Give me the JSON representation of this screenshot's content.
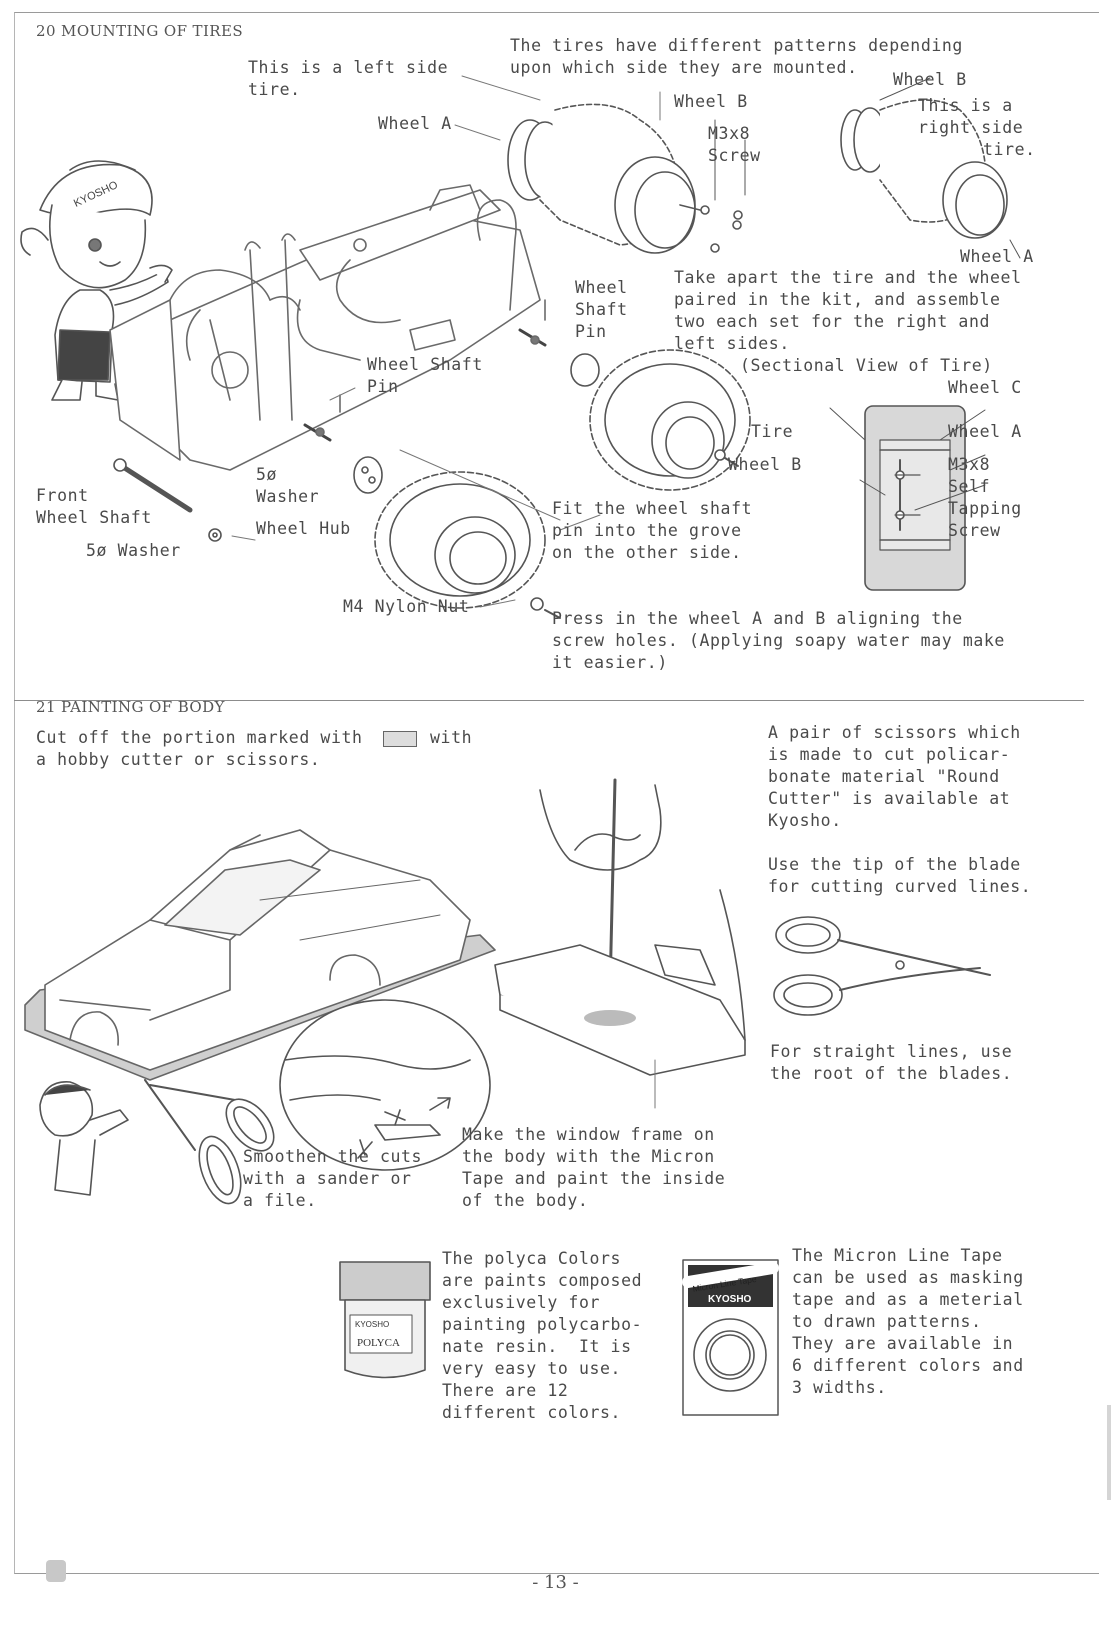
{
  "section20": {
    "title": "20 MOUNTING OF TIRES",
    "tire_patterns_note": [
      "The tires have different patterns depending",
      "upon which side they are mounted."
    ],
    "left_tire_note": [
      "This is a left side",
      "tire."
    ],
    "right_tire_note": [
      "This is a",
      "right side",
      "tire."
    ],
    "labels": {
      "wheel_a_left": "Wheel A",
      "wheel_b_top": "Wheel B",
      "wheel_b_right": "Wheel B",
      "wheel_a_right": "Wheel A",
      "m3x8_screw": [
        "M3x8",
        "Screw"
      ],
      "wheel_shaft_pin_right": [
        "Wheel",
        "Shaft",
        "Pin"
      ],
      "wheel_shaft_pin_left": [
        "Wheel Shaft",
        "Pin"
      ],
      "washer_5_mid": [
        "5ø",
        "Washer"
      ],
      "wheel_hub": "Wheel Hub",
      "front_wheel_shaft": [
        "Front",
        "Wheel Shaft"
      ],
      "washer_5_bottom": "5ø Washer",
      "m4_nylon_nut": "M4 Nylon Nut"
    },
    "take_apart_note": [
      "Take apart the tire and the wheel",
      "paired in the kit, and assemble",
      "two each set for the right and",
      "left sides."
    ],
    "sectional_view": {
      "title": "(Sectional View of Tire)",
      "wheel_c": "Wheel C",
      "tire": "Tire",
      "wheel_a": "Wheel A",
      "wheel_b": "Wheel B",
      "screw": [
        "M3x8",
        "Self",
        "Tapping",
        "Screw"
      ]
    },
    "fit_note": [
      "Fit the wheel shaft",
      "pin into the grove",
      "on the other side."
    ],
    "press_note": [
      "Press in the wheel A and B aligning the",
      "screw holes. (Applying soapy water may make",
      "it easier.)"
    ]
  },
  "section21": {
    "title": "21 PAINTING OF BODY",
    "cut_note": [
      "Cut off the portion marked with",
      "with",
      "a hobby cutter or scissors."
    ],
    "scissors_note": [
      "A pair of scissors which",
      "is made to cut policar-",
      "bonate material \"Round",
      "Cutter\" is available at",
      "Kyosho."
    ],
    "tip_note": [
      "Use the tip of the blade",
      "for cutting curved lines."
    ],
    "straight_note": [
      "For straight lines, use",
      "the root of the blades."
    ],
    "smoothen_note": [
      "Smoothen the cuts",
      "with a sander or",
      "a file."
    ],
    "window_note": [
      "Make the window frame on",
      "the body with the Micron",
      "Tape and paint the inside",
      "of the body."
    ],
    "polyca_note": [
      "The polyca Colors",
      "are paints composed",
      "exclusively for",
      "painting polycarbo-",
      "nate resin.  It is",
      "very easy to use.",
      "There are 12",
      "different colors."
    ],
    "micron_note": [
      "The Micron Line Tape",
      "can be used as masking",
      "tape and as a meterial",
      "to drawn patterns.",
      "They are available in",
      "6 different colors and",
      "3 widths."
    ],
    "polyca_jar_label": [
      "KYOSHO",
      "POLYCA"
    ],
    "micron_box_label": [
      "Micron Line Tape",
      "KYOSHO"
    ],
    "cap_logo": "KYOSHO"
  },
  "footer": {
    "page_number": "-  13  -"
  }
}
